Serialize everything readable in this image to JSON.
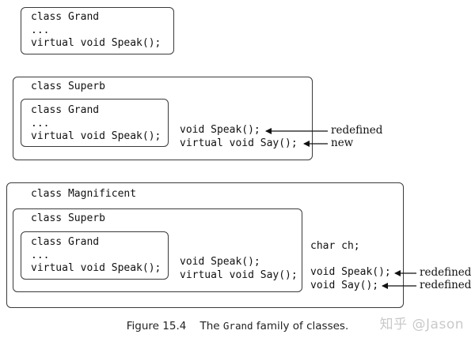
{
  "grand_top": {
    "lines": [
      "class Grand",
      "...",
      "virtual void Speak();"
    ]
  },
  "superb": {
    "title": "class Superb",
    "grand_lines": [
      "class Grand",
      "...",
      "virtual void Speak();"
    ],
    "members": [
      "void Speak();",
      "virtual void Say();"
    ],
    "notes": [
      "redefined",
      "new"
    ]
  },
  "magnificent": {
    "title": "class Magnificent",
    "superb_title": "class Superb",
    "grand_lines": [
      "class Grand",
      "...",
      "virtual void Speak();"
    ],
    "superb_members": [
      "void Speak();",
      "virtual void Say();"
    ],
    "member_ch": "char ch;",
    "members": [
      "void Speak();",
      "void Say();"
    ],
    "notes": [
      "redefined",
      "redefined"
    ]
  },
  "caption": {
    "figure": "Figure 15.4",
    "pre": "The",
    "code": "Grand",
    "post": "family of classes."
  },
  "watermark": "知乎 @Jason"
}
